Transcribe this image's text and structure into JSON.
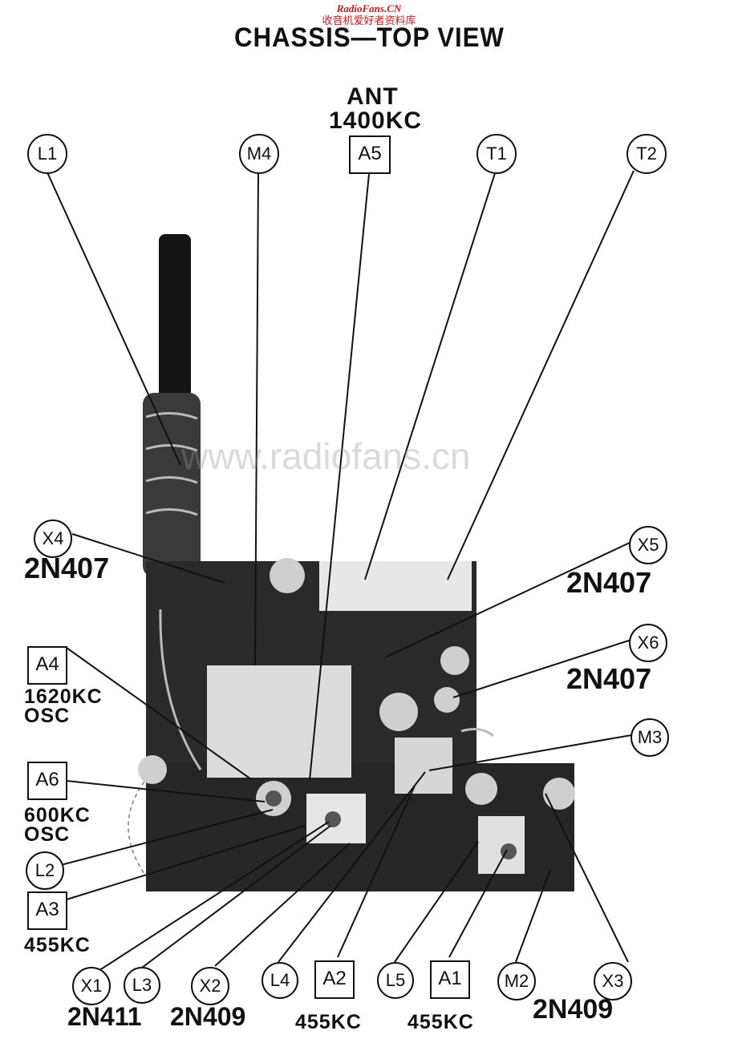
{
  "header": {
    "site_en": "RadioFans.CN",
    "site_cn": "收音机爱好者资料库",
    "title": "CHASSIS—TOP VIEW"
  },
  "watermark": "www.radiofans.cn",
  "top_label": {
    "line1": "ANT",
    "line2": "1400KC"
  },
  "markers": {
    "L1": "L1",
    "M4": "M4",
    "A5": "A5",
    "T1": "T1",
    "T2": "T2",
    "X4": "X4",
    "X5": "X5",
    "X6": "X6",
    "A4": "A4",
    "A6": "A6",
    "M3": "M3",
    "L2": "L2",
    "A3": "A3",
    "X1": "X1",
    "L3": "L3",
    "X2": "X2",
    "L4": "L4",
    "A2": "A2",
    "L5": "L5",
    "A1": "A1",
    "M2": "M2",
    "X3": "X3"
  },
  "annotations": {
    "x4_type": "2N407",
    "x5_type": "2N407",
    "x6_type": "2N407",
    "a4_freq": "1620KC",
    "a4_osc": "OSC",
    "a6_freq": "600KC",
    "a6_osc": "OSC",
    "a3_freq": "455KC",
    "x1_type": "2N411",
    "x2_type": "2N409",
    "a2_freq": "455KC",
    "a1_freq": "455KC",
    "x3_type": "2N409"
  },
  "colors": {
    "ink": "#111111",
    "header_red": "#d01818",
    "photo_dark": "#1c1c1c",
    "photo_mid": "#6a6a6a"
  }
}
